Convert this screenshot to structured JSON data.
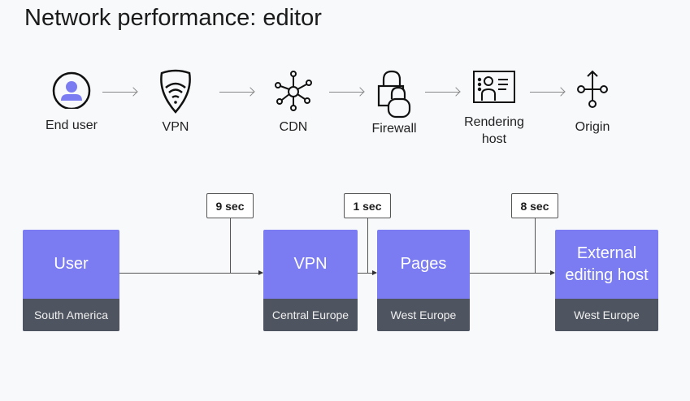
{
  "title": "Network performance: editor",
  "flow": [
    {
      "label": "End user",
      "icon": "user-avatar-icon"
    },
    {
      "label": "VPN",
      "icon": "shield-wifi-icon"
    },
    {
      "label": "CDN",
      "icon": "network-hub-icon"
    },
    {
      "label": "Firewall",
      "icon": "locks-icon"
    },
    {
      "label": "Rendering host",
      "icon": "id-card-icon"
    },
    {
      "label": "Origin",
      "icon": "git-branch-icon"
    }
  ],
  "boxes": [
    {
      "name": "User",
      "location": "South America"
    },
    {
      "name": "VPN",
      "location": "Central Europe"
    },
    {
      "name": "Pages",
      "location": "West Europe"
    },
    {
      "name": "External editing host",
      "location": "West Europe"
    }
  ],
  "latencies": [
    "9 sec",
    "1 sec",
    "8 sec"
  ],
  "colors": {
    "box": "#7b7cf2",
    "location_bar": "#4f5560",
    "avatar": "#7b7cf2"
  }
}
